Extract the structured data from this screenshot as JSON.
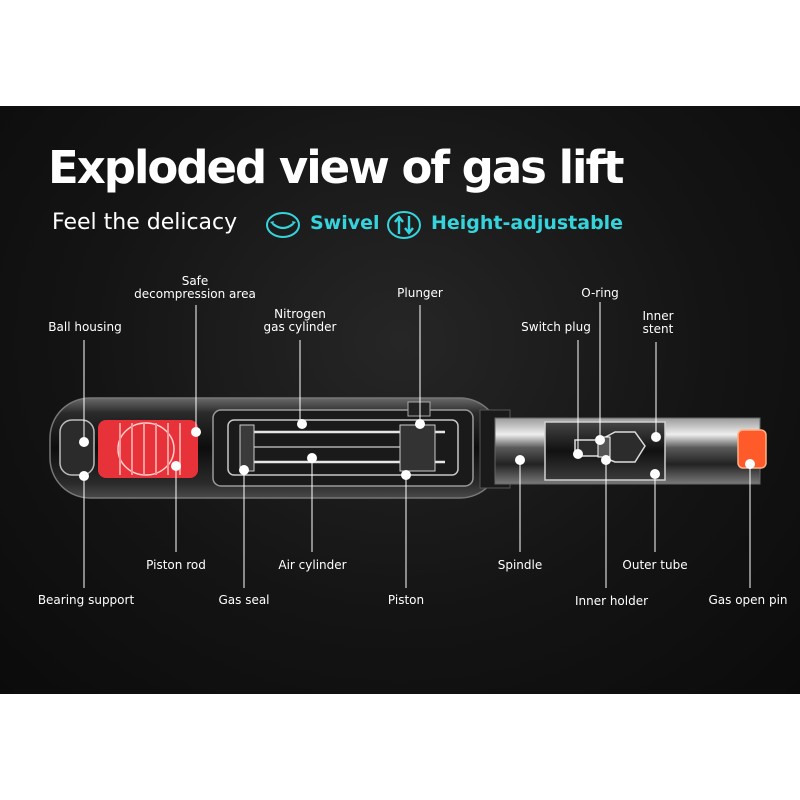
{
  "title": "Exploded view of gas lift",
  "subtitle": "Feel the delicacy",
  "features": [
    {
      "icon": "swivel-arrows-icon",
      "label": "Swivel"
    },
    {
      "icon": "up-down-arrows-icon",
      "label": "Height-adjustable"
    }
  ],
  "colors": {
    "background": "#141414",
    "accent": "#35d4dc",
    "spring": "#e8323a",
    "pin": "#ff5a2a",
    "label": "#ffffff"
  },
  "parts": {
    "safe_decompression_area": "Safe\ndecompression area",
    "ball_housing": "Ball housing",
    "nitrogen_gas_cylinder": "Nitrogen\ngas cylinder",
    "plunger": "Plunger",
    "o_ring": "O-ring",
    "switch_plug": "Switch plug",
    "inner_stent": "Inner\nstent",
    "piston_rod": "Piston rod",
    "air_cylinder": "Air cylinder",
    "spindle": "Spindle",
    "outer_tube": "Outer tube",
    "bearing_support": "Bearing support",
    "gas_seal": "Gas seal",
    "piston": "Piston",
    "inner_holder": "Inner holder",
    "gas_open_pin": "Gas open pin"
  }
}
